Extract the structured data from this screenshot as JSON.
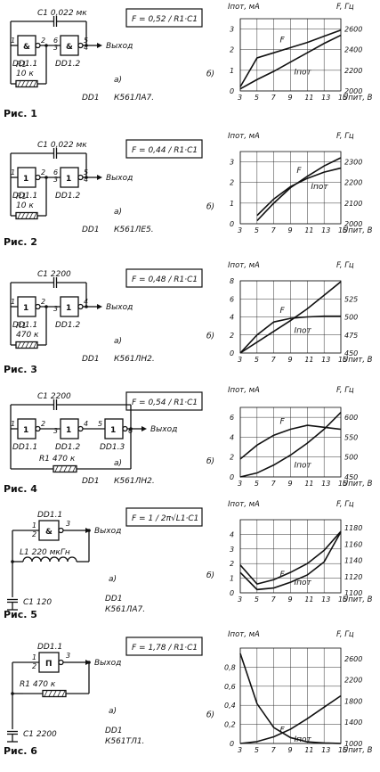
{
  "figures": [
    {
      "caption": "Рис. 1",
      "formula": "F = 0,52 / R1·C1",
      "circuit": {
        "gate_symbol": "&",
        "gate_count": 2,
        "gates": [
          "DD1.1",
          "DD1.2"
        ],
        "capacitor": "C1  0,022 мк",
        "resistor": "R1",
        "resistor_value": "10 к",
        "pins": [
          "1",
          "2",
          "3",
          "5",
          "6",
          "4"
        ],
        "output": "Выход",
        "part_a": "а)",
        "ic_name": "DD1",
        "ic_part": "К561ЛА7."
      },
      "part_b": "б)",
      "axes": {
        "left_label": "Iпот, мА",
        "right_label": "F, Гц",
        "x_label": "Uпит, В",
        "x_ticks": [
          "3",
          "5",
          "7",
          "9",
          "11",
          "13",
          "15"
        ],
        "left_ticks": [
          "0",
          "1",
          "2",
          "3"
        ],
        "right_ticks": [
          "2000",
          "2200",
          "2400",
          "2600"
        ],
        "curve_labels": [
          "F",
          "Iпот"
        ]
      }
    },
    {
      "caption": "Рис. 2",
      "formula": "F = 0,44 / R1·C1",
      "circuit": {
        "gate_symbol": "1",
        "gate_count": 2,
        "gates": [
          "DD1.1",
          "DD1.2"
        ],
        "capacitor": "C1  0,022 мк",
        "resistor": "R1",
        "resistor_value": "10 к",
        "pins": [
          "1",
          "2",
          "3",
          "5",
          "6",
          "4"
        ],
        "output": "Выход",
        "part_a": "а)",
        "ic_name": "DD1",
        "ic_part": "К561ЛЕ5."
      },
      "part_b": "б)",
      "axes": {
        "left_label": "Iпот, мА",
        "right_label": "F, Гц",
        "x_label": "Uпит, В",
        "x_ticks": [
          "3",
          "5",
          "7",
          "9",
          "11",
          "13",
          "15"
        ],
        "left_ticks": [
          "0",
          "1",
          "2",
          "3"
        ],
        "right_ticks": [
          "2000",
          "2100",
          "2200",
          "2300"
        ],
        "curve_labels": [
          "F",
          "Iпот"
        ]
      }
    },
    {
      "caption": "Рис. 3",
      "formula": "F = 0,48 / R1·C1",
      "circuit": {
        "gate_symbol": "1",
        "gate_count": 2,
        "gates": [
          "DD1.1",
          "DD1.2"
        ],
        "capacitor": "C1  2200",
        "resistor": "R1",
        "resistor_value": "470 к",
        "pins": [
          "1",
          "2",
          "3",
          "4"
        ],
        "output": "Выход",
        "part_a": "а)",
        "ic_name": "DD1",
        "ic_part": "К561ЛН2."
      },
      "part_b": "б)",
      "axes": {
        "left_label": "Iпот, мА",
        "right_label": "F, Гц",
        "x_label": "Uпит, В",
        "x_ticks": [
          "3",
          "5",
          "7",
          "9",
          "11",
          "13",
          "15"
        ],
        "left_ticks": [
          "0",
          "2",
          "4",
          "6",
          "8"
        ],
        "right_ticks": [
          "450",
          "475",
          "500",
          "525"
        ],
        "curve_labels": [
          "F",
          "Iпот"
        ]
      }
    },
    {
      "caption": "Рис. 4",
      "formula": "F = 0,54 / R1·C1",
      "circuit": {
        "gate_symbol": "1",
        "gate_count": 3,
        "gates": [
          "DD1.1",
          "DD1.2",
          "DD1.3"
        ],
        "capacitor": "C1  2200",
        "resistor": "R1  470 к",
        "resistor_value": "",
        "pins": [
          "1",
          "2",
          "3",
          "4",
          "5",
          "6"
        ],
        "output": "Выход",
        "part_a": "а)",
        "ic_name": "DD1",
        "ic_part": "К561ЛН2."
      },
      "part_b": "б)",
      "axes": {
        "left_label": "Iпот, мА",
        "right_label": "F, Гц",
        "x_label": "Uпит, В",
        "x_ticks": [
          "3",
          "5",
          "7",
          "9",
          "11",
          "13",
          "15"
        ],
        "left_ticks": [
          "0",
          "2",
          "4",
          "6"
        ],
        "right_ticks": [
          "450",
          "500",
          "550",
          "600"
        ],
        "curve_labels": [
          "F",
          "Iпот"
        ]
      }
    },
    {
      "caption": "Рис. 5",
      "formula": "F = 1 / 2π√L1·C1",
      "circuit": {
        "gate_symbol": "&",
        "gate_count": 1,
        "gates": [
          "DD1.1"
        ],
        "capacitor": "C1  120",
        "resistor": "L1  220  мкГн",
        "resistor_value": "",
        "pins": [
          "1",
          "2",
          "3"
        ],
        "output": "Выход",
        "part_a": "а)",
        "ic_name": "DD1",
        "ic_part": "К561ЛА7."
      },
      "part_b": "б)",
      "axes": {
        "left_label": "Iпот, мА",
        "right_label": "F, Гц",
        "x_label": "Uпит, В",
        "x_ticks": [
          "3",
          "5",
          "7",
          "9",
          "11",
          "13",
          "15"
        ],
        "left_ticks": [
          "0",
          "1",
          "2",
          "3",
          "4"
        ],
        "right_ticks": [
          "1100",
          "1120",
          "1140",
          "1160",
          "1180"
        ],
        "curve_labels": [
          "F",
          "Iпот"
        ]
      }
    },
    {
      "caption": "Рис. 6",
      "formula": "F = 1,78 / R1·C1",
      "circuit": {
        "gate_symbol": "П",
        "gate_count": 1,
        "gates": [
          "DD1.1"
        ],
        "capacitor": "C1  2200",
        "resistor": "R1  470 к",
        "resistor_value": "",
        "pins": [
          "1",
          "2",
          "3"
        ],
        "output": "Выход",
        "part_a": "а)",
        "ic_name": "DD1",
        "ic_part": "К561ТЛ1."
      },
      "part_b": "б)",
      "axes": {
        "left_label": "Iпот, мА",
        "right_label": "F, Гц",
        "x_label": "Uпит, В",
        "x_ticks": [
          "3",
          "5",
          "7",
          "9",
          "11",
          "13",
          "15"
        ],
        "left_ticks": [
          "0",
          "0,2",
          "0,4",
          "0,6",
          "0,8"
        ],
        "right_ticks": [
          "1000",
          "1400",
          "1800",
          "2200",
          "2600"
        ],
        "curve_labels": [
          "F",
          "Iпот"
        ]
      }
    }
  ],
  "chart_data": [
    {
      "type": "line",
      "x": [
        3,
        5,
        7,
        9,
        11,
        13,
        15
      ],
      "xlim": [
        3,
        15
      ],
      "ylim_left": [
        0,
        3.5
      ],
      "ylim_right": [
        2000,
        2700
      ],
      "series": [
        {
          "name": "F",
          "axis": "right",
          "values": [
            2040,
            2320,
            2370,
            2420,
            2470,
            2530,
            2590
          ]
        },
        {
          "name": "Iпот",
          "axis": "left",
          "values": [
            0.1,
            0.55,
            0.95,
            1.4,
            1.85,
            2.3,
            2.7
          ]
        }
      ]
    },
    {
      "type": "line",
      "x": [
        5,
        7,
        9,
        11,
        13,
        15
      ],
      "xlim": [
        3,
        15
      ],
      "ylim_left": [
        0,
        3.5
      ],
      "ylim_right": [
        2000,
        2350
      ],
      "series": [
        {
          "name": "F",
          "axis": "right",
          "values": [
            2040,
            2120,
            2180,
            2220,
            2250,
            2270
          ]
        },
        {
          "name": "Iпот",
          "axis": "left",
          "values": [
            0.15,
            1.0,
            1.75,
            2.3,
            2.8,
            3.2
          ]
        }
      ]
    },
    {
      "type": "line",
      "x": [
        3,
        5,
        7,
        9,
        11,
        13,
        15
      ],
      "xlim": [
        3,
        15
      ],
      "ylim_left": [
        0,
        8
      ],
      "ylim_right": [
        450,
        550
      ],
      "series": [
        {
          "name": "F",
          "axis": "right",
          "values": [
            450,
            475,
            493,
            498,
            500,
            501,
            501
          ]
        },
        {
          "name": "Iпот",
          "axis": "left",
          "values": [
            0,
            1.2,
            2.4,
            3.6,
            4.9,
            6.4,
            7.9
          ]
        }
      ]
    },
    {
      "type": "line",
      "x": [
        3,
        5,
        7,
        9,
        11,
        13,
        15
      ],
      "xlim": [
        3,
        15
      ],
      "ylim_left": [
        0,
        7
      ],
      "ylim_right": [
        450,
        625
      ],
      "series": [
        {
          "name": "F",
          "axis": "right",
          "values": [
            495,
            530,
            555,
            570,
            580,
            575,
            570
          ]
        },
        {
          "name": "Iпот",
          "axis": "left",
          "values": [
            0,
            0.4,
            1.2,
            2.2,
            3.4,
            4.8,
            6.5
          ]
        }
      ]
    },
    {
      "type": "line",
      "x": [
        3,
        5,
        7,
        9,
        11,
        13,
        15
      ],
      "xlim": [
        3,
        15
      ],
      "ylim_left": [
        0,
        5
      ],
      "ylim_right": [
        1100,
        1190
      ],
      "series": [
        {
          "name": "F",
          "axis": "right",
          "values": [
            1125,
            1104,
            1106,
            1113,
            1122,
            1138,
            1175
          ]
        },
        {
          "name": "Iпот",
          "axis": "left",
          "values": [
            1.9,
            0.6,
            0.9,
            1.4,
            2.0,
            2.9,
            4.2
          ]
        }
      ]
    },
    {
      "type": "line",
      "x": [
        3,
        5,
        7,
        9,
        11,
        13,
        15
      ],
      "xlim": [
        3,
        15
      ],
      "ylim_left": [
        0,
        1
      ],
      "ylim_right": [
        1000,
        2800
      ],
      "series": [
        {
          "name": "F",
          "axis": "right",
          "values": [
            2700,
            1750,
            1300,
            1110,
            1030,
            1010,
            1000
          ]
        },
        {
          "name": "Iпот",
          "axis": "left",
          "values": [
            0.0,
            0.02,
            0.07,
            0.15,
            0.26,
            0.38,
            0.5
          ]
        }
      ]
    }
  ]
}
